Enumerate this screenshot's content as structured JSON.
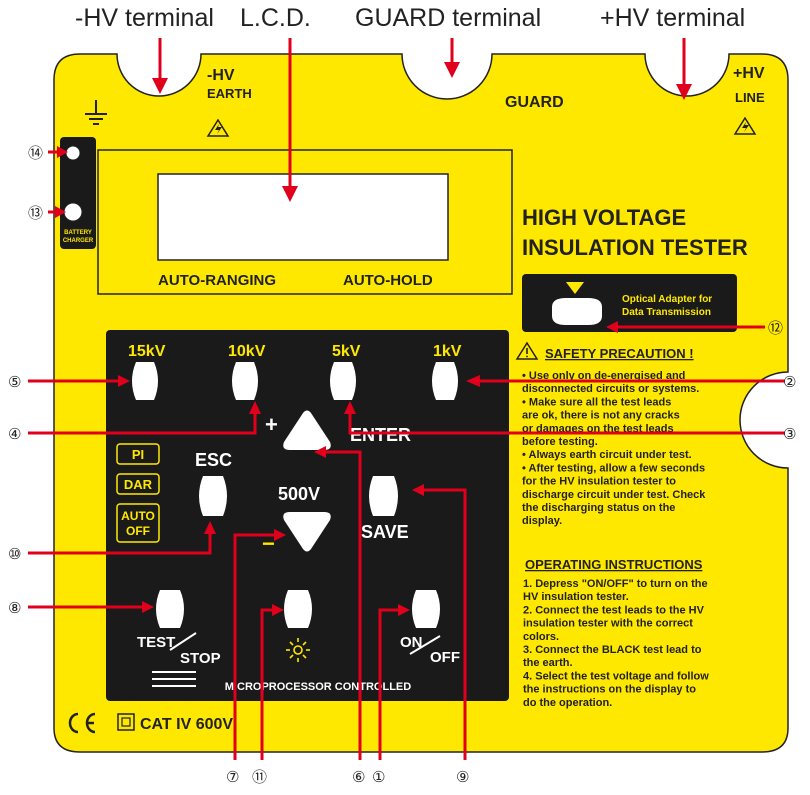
{
  "top_labels": {
    "hv_minus": "-HV terminal",
    "lcd": "L.C.D.",
    "guard": "GUARD terminal",
    "hv_plus": "+HV terminal"
  },
  "panel": {
    "terminal_minus_line1": "-HV",
    "terminal_minus_line2": "EARTH",
    "terminal_guard": "GUARD",
    "terminal_plus_line1": "+HV",
    "terminal_plus_line2": "LINE",
    "title_line1": "HIGH VOLTAGE",
    "title_line2": "INSULATION TESTER",
    "auto_ranging": "AUTO-RANGING",
    "auto_hold": "AUTO-HOLD",
    "battery_line1": "BATTERY",
    "battery_line2": "CHARGER",
    "optical_line1": "Optical Adapter for",
    "optical_line2": "Data Transmission",
    "cat_rating": "CAT IV 600V"
  },
  "keypad": {
    "voltage_keys": [
      "15kV",
      "10kV",
      "5kV",
      "1kV"
    ],
    "mode_labels": [
      "PI",
      "DAR",
      "AUTO",
      "OFF"
    ],
    "esc": "ESC",
    "enter": "ENTER",
    "save": "SAVE",
    "voltage_500": "500V",
    "plus": "+",
    "minus": "−",
    "test": "TEST",
    "stop": "STOP",
    "on": "ON",
    "off": "OFF",
    "micro": "MICROPROCESSOR CONTROLLED"
  },
  "safety": {
    "title": "SAFETY PRECAUTION !",
    "lines": [
      "• Use only on de-energised and",
      "  disconnected circuits or systems.",
      "• Make sure all the test leads",
      "  are ok, there is not any cracks",
      "  or damages on the test leads",
      "  before testing.",
      "• Always earth circuit under test.",
      "• After testing, allow a few seconds",
      "  for the HV insulation tester to",
      "  discharge circuit under test. Check",
      "  the discharging status on the",
      "  display."
    ]
  },
  "operating": {
    "title": "OPERATING INSTRUCTIONS",
    "lines": [
      "1. Depress \"ON/OFF\" to turn on the",
      "   HV insulation tester.",
      "2. Connect the test leads to the HV",
      "   insulation tester with the correct",
      "   colors.",
      "3. Connect the BLACK test lead to",
      "   the earth.",
      "4. Select the test voltage and follow",
      "   the instructions on the display to",
      "   do the operation."
    ]
  },
  "callouts": {
    "c1": "①",
    "c2": "②",
    "c3": "③",
    "c4": "④",
    "c5": "⑤",
    "c6": "⑥",
    "c7": "⑦",
    "c8": "⑧",
    "c9": "⑨",
    "c10": "⑩",
    "c11": "⑪",
    "c12": "⑫",
    "c13": "⑬",
    "c14": "⑭"
  },
  "colors": {
    "panel_yellow": "#ffe800",
    "keypad_black": "#1a1a1a",
    "arrow_red": "#e0001b"
  }
}
